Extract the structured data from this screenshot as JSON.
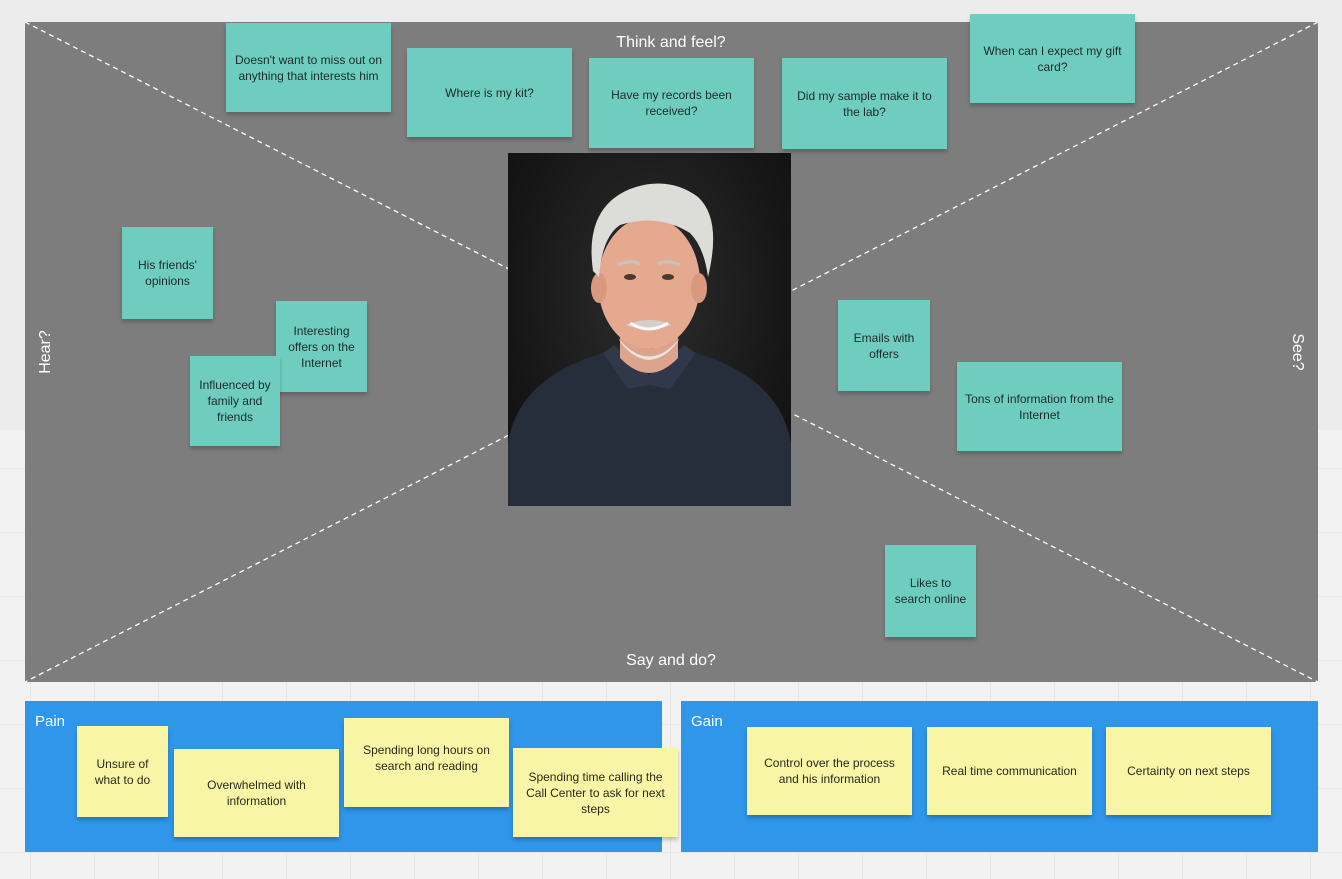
{
  "empathy_map": {
    "quadrants": {
      "think_and_feel": "Think and feel?",
      "hear": "Hear?",
      "see": "See?",
      "say_and_do": "Say and do?"
    },
    "notes": {
      "miss_out": "Doesn't want to miss out on anything that interests him",
      "where_kit": "Where is my kit?",
      "records": "Have my records been received?",
      "sample_lab": "Did my sample make it to the lab?",
      "gift_card": "When can I expect my gift card?",
      "friends_opinions": "His friends' opinions",
      "offers_internet": "Interesting offers on the Internet",
      "influenced": "Influenced by family and friends",
      "emails_offers": "Emails with offers",
      "tons_info": "Tons of information from the Internet",
      "likes_search": "Likes to search online"
    }
  },
  "pain": {
    "title": "Pain",
    "notes": [
      "Unsure of what to do",
      "Overwhelmed with information",
      "Spending long hours on search and reading",
      "Spending time calling the Call Center to ask for next steps"
    ]
  },
  "gain": {
    "title": "Gain",
    "notes": [
      "Control over the process and his information",
      "Real time communication",
      "Certainty on next steps"
    ]
  },
  "colors": {
    "board": "#7d7d7d",
    "teal_note": "#6ecdbf",
    "yellow_note": "#f8f5a6",
    "panel_blue": "#2f96ea"
  }
}
